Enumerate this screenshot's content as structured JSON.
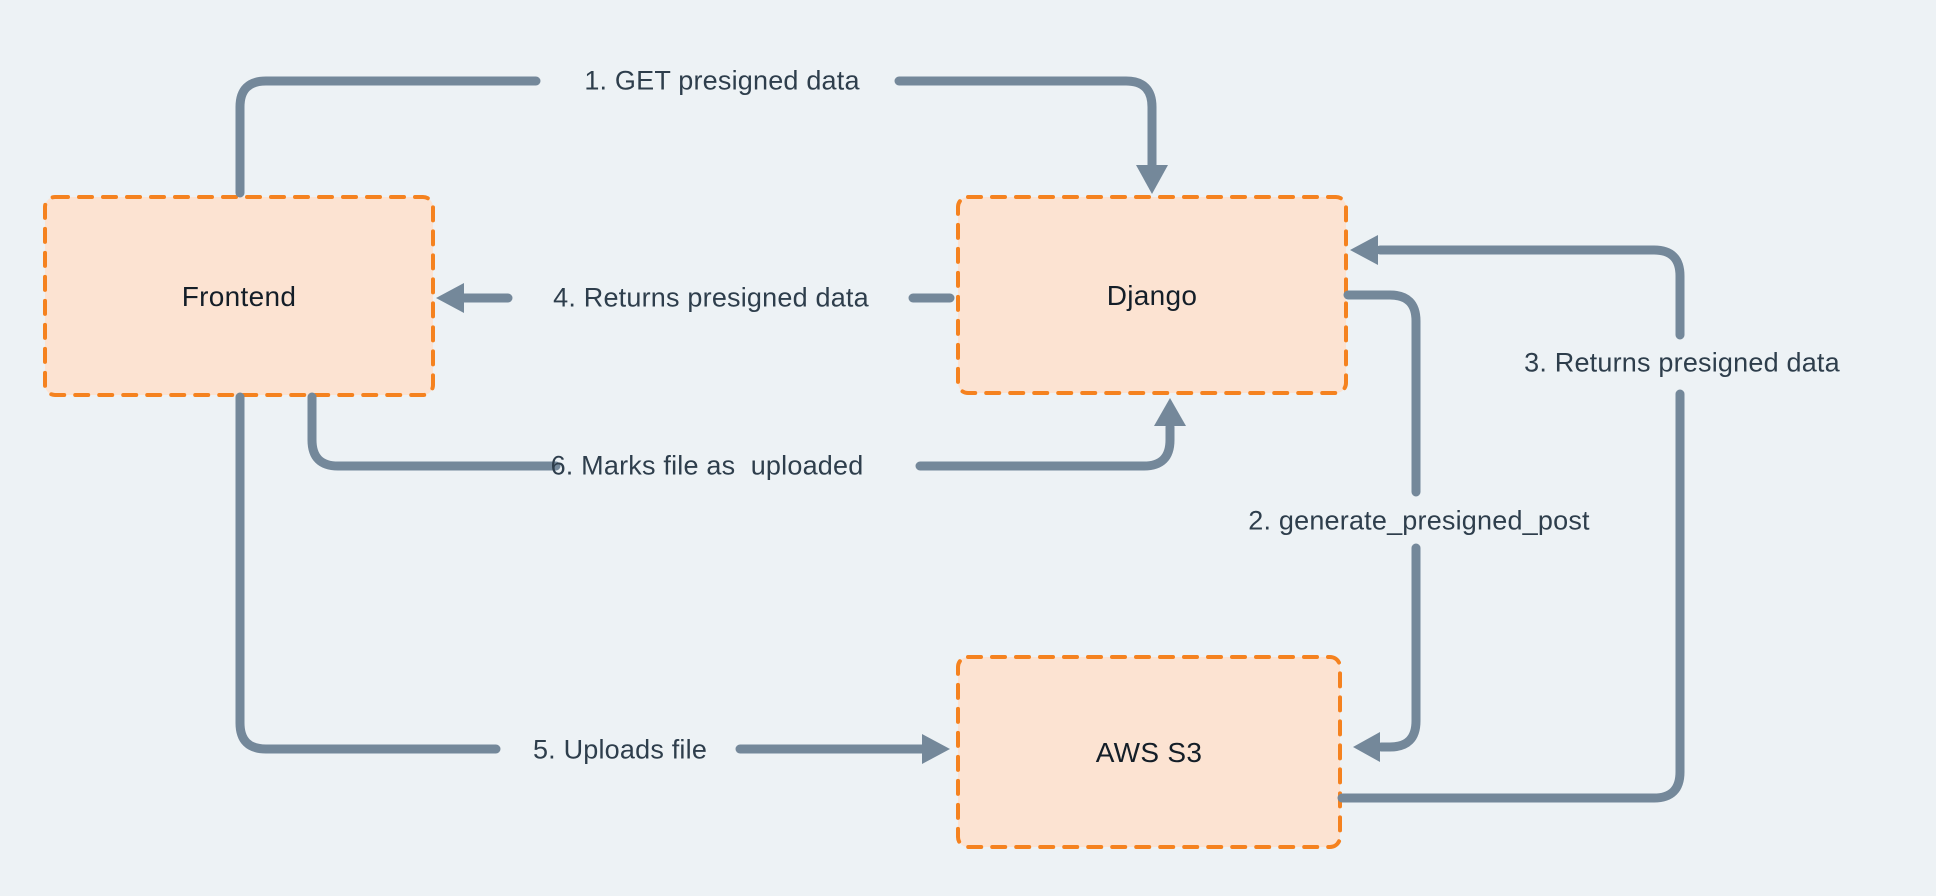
{
  "canvas": {
    "background_color": "#EDF2F5"
  },
  "colors": {
    "node_fill": "#FCE3D2",
    "node_border": "#F5821F",
    "arrow": "#74889A",
    "edge_label_text": "#2E3E4C",
    "node_label_text": "#141E28"
  },
  "diagram": {
    "nodes": [
      {
        "id": "frontend",
        "label": "Frontend"
      },
      {
        "id": "django",
        "label": "Django"
      },
      {
        "id": "aws-s3",
        "label": "AWS S3"
      }
    ],
    "edges": [
      {
        "id": "edge-1",
        "label": "1. GET presigned data",
        "from": "frontend",
        "to": "django"
      },
      {
        "id": "edge-2",
        "label": "2. generate_presigned_post",
        "from": "django",
        "to": "aws-s3"
      },
      {
        "id": "edge-3",
        "label": "3. Returns presigned data",
        "from": "aws-s3",
        "to": "django"
      },
      {
        "id": "edge-4",
        "label": "4. Returns presigned data",
        "from": "django",
        "to": "frontend"
      },
      {
        "id": "edge-5",
        "label": "5. Uploads file",
        "from": "frontend",
        "to": "aws-s3"
      },
      {
        "id": "edge-6",
        "label": "6. Marks file as  uploaded",
        "from": "frontend",
        "to": "django"
      }
    ]
  }
}
